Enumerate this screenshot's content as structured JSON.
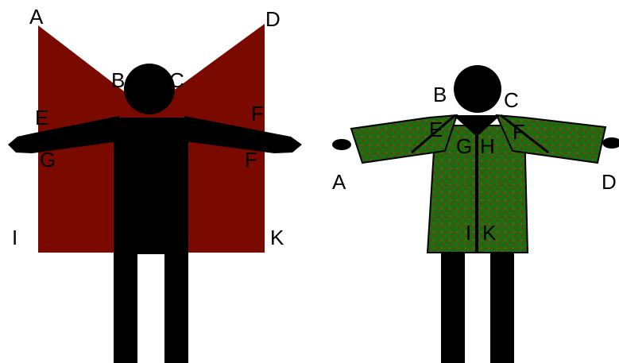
{
  "colors": {
    "background": "#ffffff",
    "figure": "#000000",
    "cloth_red": "#7a0a00",
    "jacket_green": "#1f6b12",
    "jacket_dot": "#8a2a10"
  },
  "left_figure": {
    "labels": {
      "A": "A",
      "B": "B",
      "C": "C",
      "D": "D",
      "E": "E",
      "F1": "F",
      "G": "G",
      "F2": "F",
      "I": "I",
      "K": "K"
    }
  },
  "right_figure": {
    "labels": {
      "B": "B",
      "C": "C",
      "E": "E",
      "G": "G",
      "H": "H",
      "F": "F",
      "A": "A",
      "D": "D",
      "I": "I",
      "K": "K"
    }
  }
}
